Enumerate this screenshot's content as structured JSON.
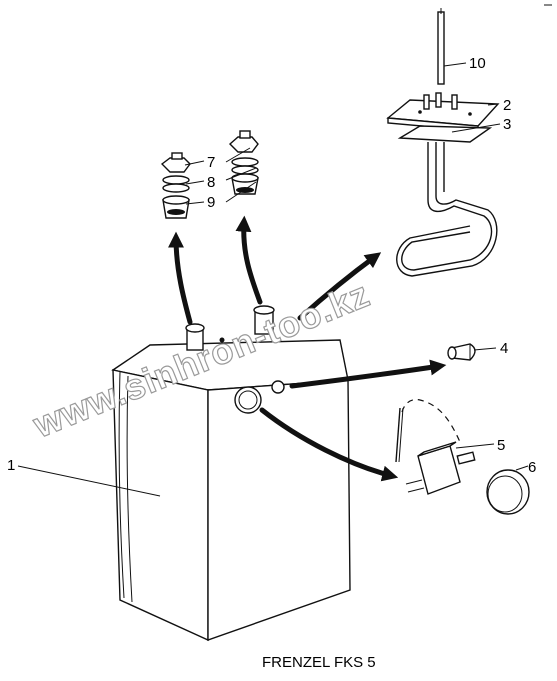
{
  "caption": "FRENZEL FKS 5",
  "watermark": "www.sinhron-too.kz",
  "callouts": [
    {
      "id": "label-1",
      "text": "1"
    },
    {
      "id": "label-2",
      "text": "2"
    },
    {
      "id": "label-3",
      "text": "3"
    },
    {
      "id": "label-4",
      "text": "4"
    },
    {
      "id": "label-5",
      "text": "5"
    },
    {
      "id": "label-6",
      "text": "6"
    },
    {
      "id": "label-7",
      "text": "7"
    },
    {
      "id": "label-8",
      "text": "8"
    },
    {
      "id": "label-9",
      "text": "9"
    },
    {
      "id": "label-10",
      "text": "10"
    }
  ]
}
